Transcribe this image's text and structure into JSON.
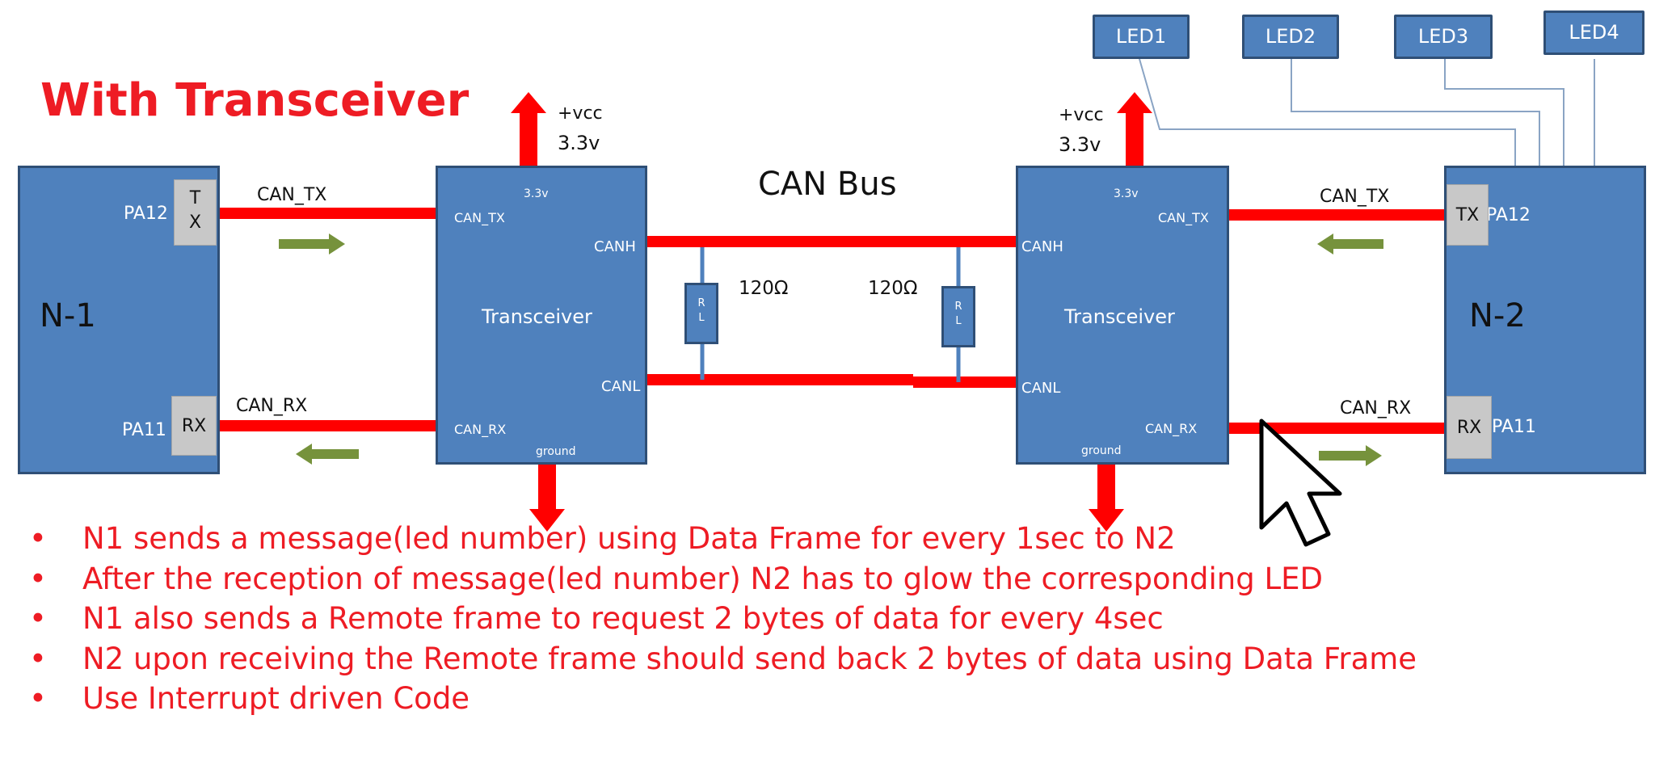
{
  "title": "With Transceiver",
  "bus_label": "CAN Bus",
  "node1": {
    "label": "N-1",
    "pin_tx_name": "PA12",
    "pin_rx_name": "PA11",
    "pin_tx": "T\nX",
    "pin_rx": "RX"
  },
  "node2": {
    "label": "N-2",
    "pin_tx_name": "PA12",
    "pin_rx_name": "PA11",
    "pin_tx": "TX",
    "pin_rx": "RX"
  },
  "transceiver1": {
    "label": "Transceiver",
    "supply": "3.3v",
    "can_tx": "CAN_TX",
    "can_rx": "CAN_RX",
    "canh": "CANH",
    "canl": "CANL",
    "ground": "ground"
  },
  "transceiver2": {
    "label": "Transceiver",
    "supply": "3.3v",
    "can_tx": "CAN_TX",
    "can_rx": "CAN_RX",
    "canh": "CANH",
    "canl": "CANL",
    "ground": "ground"
  },
  "vcc1": {
    "line1": "+vcc",
    "line2": "3.3v"
  },
  "vcc2": {
    "line1": "+vcc",
    "line2": "3.3v"
  },
  "wires": {
    "left_tx": "CAN_TX",
    "left_rx": "CAN_RX",
    "right_tx": "CAN_TX",
    "right_rx": "CAN_RX"
  },
  "resistors": [
    {
      "symbol": "R\nL",
      "value": "120Ω"
    },
    {
      "symbol": "R\nL",
      "value": "120Ω"
    }
  ],
  "leds": [
    "LED1",
    "LED2",
    "LED3",
    "LED4"
  ],
  "bullets": [
    "N1 sends a message(led number) using Data Frame for every 1sec to N2",
    "After the reception of message(led number) N2 has to glow the corresponding LED",
    "N1 also sends a Remote frame to request 2 bytes of data for every 4sec",
    "N2 upon receiving the Remote frame should send back 2 bytes of data using Data Frame",
    "Use Interrupt driven Code"
  ],
  "bullet_symbol": "•",
  "colors": {
    "title": "#ee1c24",
    "wire": "#ff0000",
    "block": "#4f81bd",
    "block_border": "#2f4f76",
    "pin": "#c8c8c8",
    "arrow_direction": "#76923c",
    "bullet_text": "#ee1c24",
    "led_line": "#8aa4c4"
  }
}
